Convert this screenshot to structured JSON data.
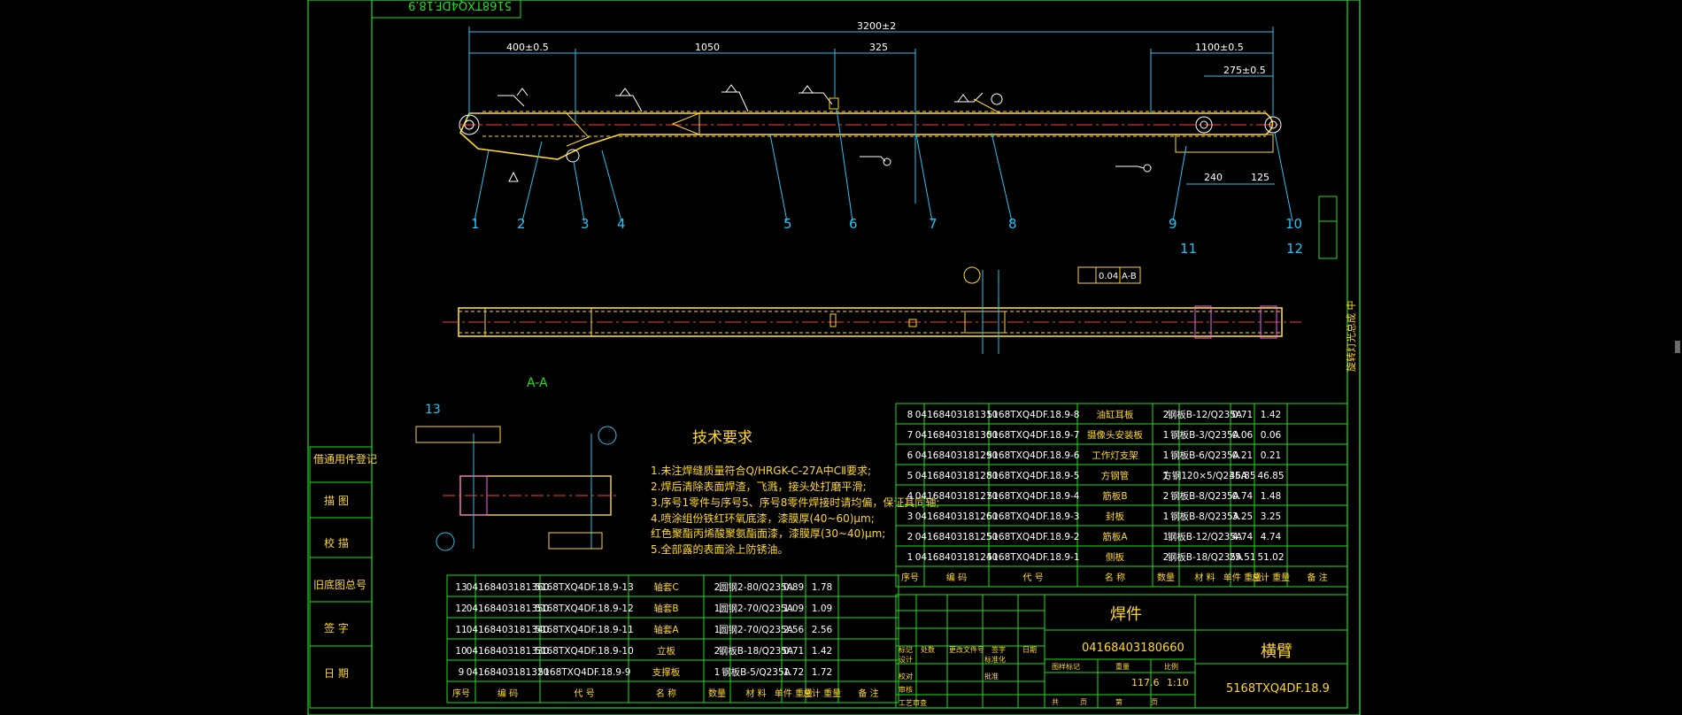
{
  "title_block_part": "焊件",
  "title_block_code": "04168403180660",
  "title_block_name": "横臂",
  "title_block_drawing": "5168TXQ4DF.18.9",
  "title_block_weight": "117.6",
  "title_block_scale": "1:10",
  "upper_left_code": "5168TXQ4DF.18.9",
  "section_label": "A-A",
  "tech_title": "技术要求",
  "tech_notes": [
    "1.未注焊缝质量符合Q/HRGK-C-27A中CⅡ要求;",
    "2.焊后清除表面焊渣，飞溅，接头处打磨平滑;",
    "3.序号1零件与序号5、序号8零件焊接时请均偏，保证其同轴;",
    "4.喷涂组份铁红环氧底漆，漆膜厚(40~60)μm;",
    "  红色聚酯丙烯酸聚氨酯面漆，漆膜厚(30~40)μm;",
    "5.全部露的表面涂上防锈油。"
  ],
  "dims_top": {
    "overall": "3200±2",
    "d1": "400±0.5",
    "d2": "1050",
    "d3": "325",
    "d4": "1100±0.5",
    "d5": "275±0.5",
    "d6": "240",
    "d7": "125"
  },
  "balloons_top": [
    "1",
    "2",
    "3",
    "4",
    "5",
    "6",
    "7",
    "8",
    "9",
    "10"
  ],
  "balloons_mid": [
    "11",
    "12"
  ],
  "balloon_13": "13",
  "geo_tol": [
    "0.04",
    "A-B"
  ],
  "side_left_labels": [
    "借通用件登记",
    "描 图",
    "校 描",
    "旧底图总号",
    "签 字",
    "日 期"
  ],
  "parts_table_right": {
    "headers": [
      "序号",
      "编 码",
      "代 号",
      "名 称",
      "数量",
      "材 料",
      "单件 重量",
      "总计 重量",
      "备 注"
    ],
    "rows": [
      [
        "8",
        "04168403181310",
        "5168TXQ4DF.18.9-8",
        "油缸耳板",
        "2",
        "钢板B-12/Q235A",
        "0.71",
        "1.42"
      ],
      [
        "7",
        "04168403181300",
        "5168TXQ4DF.18.9-7",
        "摄像头安装板",
        "1",
        "钢板B-3/Q235A",
        "0.06",
        "0.06"
      ],
      [
        "6",
        "04168403181290",
        "5168TXQ4DF.18.9-6",
        "工作灯支架",
        "1",
        "钢板B-6/Q235A",
        "0.21",
        "0.21"
      ],
      [
        "5",
        "04168403181280",
        "5168TXQ4DF.18.9-5",
        "方钢管",
        "1",
        "方钢120×5/Q235A",
        "46.85",
        "46.85"
      ],
      [
        "4",
        "04168403181270",
        "5168TXQ4DF.18.9-4",
        "筋板B",
        "2",
        "钢板B-8/Q235A",
        "0.74",
        "1.48"
      ],
      [
        "3",
        "04168403181260",
        "5168TXQ4DF.18.9-3",
        "封板",
        "1",
        "钢板B-8/Q235A",
        "3.25",
        "3.25"
      ],
      [
        "2",
        "04168403181250",
        "5168TXQ4DF.18.9-2",
        "筋板A",
        "1",
        "钢板B-12/Q235A",
        "4.74",
        "4.74"
      ],
      [
        "1",
        "04168403181240",
        "5168TXQ4DF.18.9-1",
        "侧板",
        "2",
        "钢板B-18/Q235A",
        "25.51",
        "51.02"
      ]
    ]
  },
  "parts_table_left": {
    "headers": [
      "序号",
      "编 码",
      "代 号",
      "名 称",
      "数量",
      "材 料",
      "单件 重量",
      "总计 重量",
      "备 注"
    ],
    "rows": [
      [
        "13",
        "04168403181360",
        "5168TXQ4DF.18.9-13",
        "轴套C",
        "2",
        "圆钢2-80/Q235A",
        "0.89",
        "1.78"
      ],
      [
        "12",
        "04168403181350",
        "5168TXQ4DF.18.9-12",
        "轴套B",
        "1",
        "圆钢2-70/Q235A",
        "1.09",
        "1.09"
      ],
      [
        "11",
        "04168403181340",
        "5168TXQ4DF.18.9-11",
        "轴套A",
        "1",
        "圆钢2-70/Q235A",
        "2.56",
        "2.56"
      ],
      [
        "10",
        "04168403181330",
        "5168TXQ4DF.18.9-10",
        "立板",
        "2",
        "钢板B-18/Q235A",
        "0.71",
        "1.42"
      ],
      [
        "9",
        "04168403181320",
        "5168TXQ4DF.18.9-9",
        "支撑板",
        "1",
        "钢板B-5/Q235A",
        "1.72",
        "1.72"
      ]
    ]
  },
  "title_small": [
    "标记",
    "处数",
    "更改文件号",
    "签字",
    "日期",
    "设计",
    "校对",
    "审核",
    "工艺审查",
    "标准化",
    "批准",
    "图样标记",
    "重量",
    "比例",
    "共",
    "页",
    "第",
    "页"
  ],
  "right_vertical": "旋转灯光总成 中",
  "colors": {
    "green": "#1fdf1f",
    "cyan": "#27c2f2",
    "yellow": "#ffd92e",
    "red": "#ff3b3b",
    "magenta": "#ff5cff"
  }
}
